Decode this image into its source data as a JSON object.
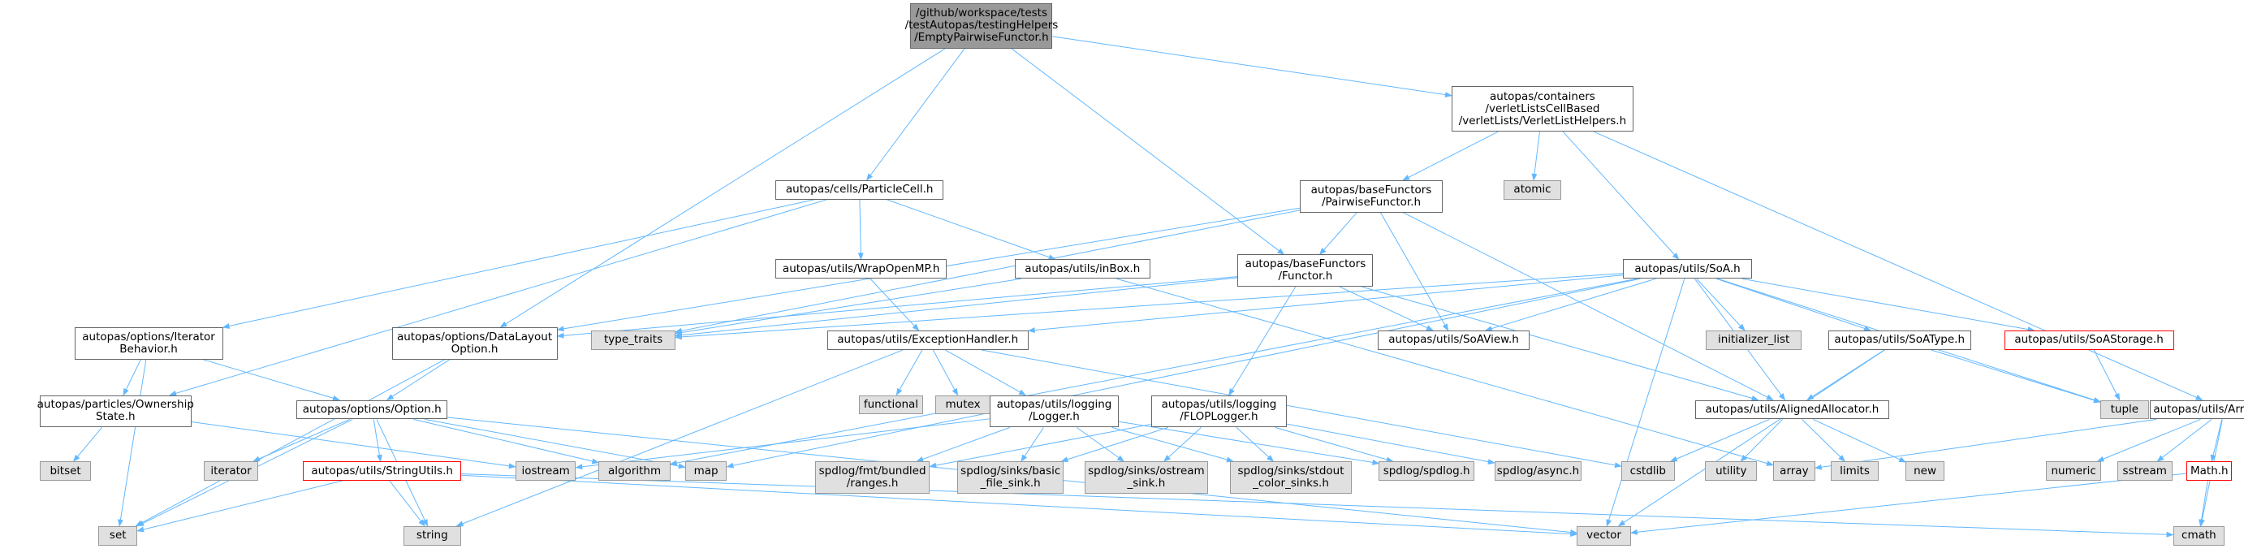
{
  "graph": {
    "edge_color": "#63b8ff",
    "nodes": [
      {
        "id": "root",
        "kind": "focus",
        "label": "/github/workspace/tests\n/testAutopas/testingHelpers\n/EmptyPairwiseFunctor.h"
      },
      {
        "id": "verletHelpers",
        "kind": "link",
        "label": "autopas/containers\n/verletListsCellBased\n/verletLists/VerletListHelpers.h"
      },
      {
        "id": "particleCell",
        "kind": "link",
        "label": "autopas/cells/ParticleCell.h"
      },
      {
        "id": "pairwiseFunctor",
        "kind": "link",
        "label": "autopas/baseFunctors\n/PairwiseFunctor.h"
      },
      {
        "id": "atomic",
        "kind": "sys",
        "label": "atomic"
      },
      {
        "id": "wrapOpenMP",
        "kind": "link",
        "label": "autopas/utils/WrapOpenMP.h"
      },
      {
        "id": "inBox",
        "kind": "link",
        "label": "autopas/utils/inBox.h"
      },
      {
        "id": "functor",
        "kind": "link",
        "label": "autopas/baseFunctors\n/Functor.h"
      },
      {
        "id": "soa",
        "kind": "link",
        "label": "autopas/utils/SoA.h"
      },
      {
        "id": "iterBehavior",
        "kind": "link",
        "label": "autopas/options/Iterator\nBehavior.h"
      },
      {
        "id": "dataLayout",
        "kind": "link",
        "label": "autopas/options/DataLayout\nOption.h"
      },
      {
        "id": "typeTraits",
        "kind": "sys",
        "label": "type_traits"
      },
      {
        "id": "exceptionHandler",
        "kind": "link",
        "label": "autopas/utils/ExceptionHandler.h"
      },
      {
        "id": "soaView",
        "kind": "link",
        "label": "autopas/utils/SoAView.h"
      },
      {
        "id": "initList",
        "kind": "sys",
        "label": "initializer_list"
      },
      {
        "id": "soaType",
        "kind": "link",
        "label": "autopas/utils/SoAType.h"
      },
      {
        "id": "soaStorage",
        "kind": "red",
        "label": "autopas/utils/SoAStorage.h"
      },
      {
        "id": "ownership",
        "kind": "link",
        "label": "autopas/particles/Ownership\nState.h"
      },
      {
        "id": "option",
        "kind": "link",
        "label": "autopas/options/Option.h"
      },
      {
        "id": "functional",
        "kind": "sys",
        "label": "functional"
      },
      {
        "id": "mutex",
        "kind": "sys",
        "label": "mutex"
      },
      {
        "id": "logger",
        "kind": "link",
        "label": "autopas/utils/logging\n/Logger.h"
      },
      {
        "id": "flopLogger",
        "kind": "link",
        "label": "autopas/utils/logging\n/FLOPLogger.h"
      },
      {
        "id": "alignedAlloc",
        "kind": "link",
        "label": "autopas/utils/AlignedAllocator.h"
      },
      {
        "id": "tuple",
        "kind": "sys",
        "label": "tuple"
      },
      {
        "id": "arrayMath",
        "kind": "link",
        "label": "autopas/utils/ArrayMath.h"
      },
      {
        "id": "bitset",
        "kind": "sys",
        "label": "bitset"
      },
      {
        "id": "iterator",
        "kind": "sys",
        "label": "iterator"
      },
      {
        "id": "stringUtils",
        "kind": "red",
        "label": "autopas/utils/StringUtils.h"
      },
      {
        "id": "iostream",
        "kind": "sys",
        "label": "iostream"
      },
      {
        "id": "algorithm",
        "kind": "sys",
        "label": "algorithm"
      },
      {
        "id": "map",
        "kind": "sys",
        "label": "map"
      },
      {
        "id": "rangesH",
        "kind": "sys",
        "label": "spdlog/fmt/bundled\n/ranges.h"
      },
      {
        "id": "basicSink",
        "kind": "sys",
        "label": "spdlog/sinks/basic\n_file_sink.h"
      },
      {
        "id": "ostreamSink",
        "kind": "sys",
        "label": "spdlog/sinks/ostream\n_sink.h"
      },
      {
        "id": "stdoutSinks",
        "kind": "sys",
        "label": "spdlog/sinks/stdout\n_color_sinks.h"
      },
      {
        "id": "spdlogH",
        "kind": "sys",
        "label": "spdlog/spdlog.h"
      },
      {
        "id": "asyncH",
        "kind": "sys",
        "label": "spdlog/async.h"
      },
      {
        "id": "cstdlib",
        "kind": "sys",
        "label": "cstdlib"
      },
      {
        "id": "utility",
        "kind": "sys",
        "label": "utility"
      },
      {
        "id": "array",
        "kind": "sys",
        "label": "array"
      },
      {
        "id": "limits",
        "kind": "sys",
        "label": "limits"
      },
      {
        "id": "new",
        "kind": "sys",
        "label": "new"
      },
      {
        "id": "numeric",
        "kind": "sys",
        "label": "numeric"
      },
      {
        "id": "sstream",
        "kind": "sys",
        "label": "sstream"
      },
      {
        "id": "mathH",
        "kind": "red",
        "label": "Math.h"
      },
      {
        "id": "set",
        "kind": "sys",
        "label": "set"
      },
      {
        "id": "string",
        "kind": "sys",
        "label": "string"
      },
      {
        "id": "vector",
        "kind": "sys",
        "label": "vector"
      },
      {
        "id": "cmath",
        "kind": "sys",
        "label": "cmath"
      }
    ],
    "edges": [
      [
        "root",
        "verletHelpers"
      ],
      [
        "root",
        "particleCell"
      ],
      [
        "root",
        "functor"
      ],
      [
        "root",
        "dataLayout"
      ],
      [
        "verletHelpers",
        "pairwiseFunctor"
      ],
      [
        "verletHelpers",
        "atomic"
      ],
      [
        "verletHelpers",
        "soa"
      ],
      [
        "verletHelpers",
        "arrayMath"
      ],
      [
        "particleCell",
        "iterBehavior"
      ],
      [
        "particleCell",
        "ownership"
      ],
      [
        "particleCell",
        "wrapOpenMP"
      ],
      [
        "particleCell",
        "inBox"
      ],
      [
        "pairwiseFunctor",
        "functor"
      ],
      [
        "pairwiseFunctor",
        "dataLayout"
      ],
      [
        "pairwiseFunctor",
        "typeTraits"
      ],
      [
        "pairwiseFunctor",
        "soaView"
      ],
      [
        "pairwiseFunctor",
        "alignedAlloc"
      ],
      [
        "wrapOpenMP",
        "exceptionHandler"
      ],
      [
        "inBox",
        "typeTraits"
      ],
      [
        "inBox",
        "array"
      ],
      [
        "functor",
        "typeTraits"
      ],
      [
        "functor",
        "dataLayout"
      ],
      [
        "functor",
        "soaView"
      ],
      [
        "functor",
        "flopLogger"
      ],
      [
        "functor",
        "alignedAlloc"
      ],
      [
        "soa",
        "exceptionHandler"
      ],
      [
        "soa",
        "soaView"
      ],
      [
        "soa",
        "initList"
      ],
      [
        "soa",
        "soaType"
      ],
      [
        "soa",
        "soaStorage"
      ],
      [
        "soa",
        "alignedAlloc"
      ],
      [
        "soa",
        "tuple"
      ],
      [
        "soa",
        "vector"
      ],
      [
        "soa",
        "algorithm"
      ],
      [
        "soa",
        "map"
      ],
      [
        "soa",
        "typeTraits"
      ],
      [
        "iterBehavior",
        "ownership"
      ],
      [
        "iterBehavior",
        "option"
      ],
      [
        "iterBehavior",
        "set"
      ],
      [
        "dataLayout",
        "option"
      ],
      [
        "dataLayout",
        "set"
      ],
      [
        "exceptionHandler",
        "functional"
      ],
      [
        "exceptionHandler",
        "mutex"
      ],
      [
        "exceptionHandler",
        "logger"
      ],
      [
        "exceptionHandler",
        "string"
      ],
      [
        "exceptionHandler",
        "cstdlib"
      ],
      [
        "soaType",
        "alignedAlloc"
      ],
      [
        "soaType",
        "tuple"
      ],
      [
        "soaType",
        "vector"
      ],
      [
        "soaStorage",
        "tuple"
      ],
      [
        "ownership",
        "bitset"
      ],
      [
        "ownership",
        "iostream"
      ],
      [
        "option",
        "iterator"
      ],
      [
        "option",
        "stringUtils"
      ],
      [
        "option",
        "algorithm"
      ],
      [
        "option",
        "map"
      ],
      [
        "option",
        "set"
      ],
      [
        "option",
        "string"
      ],
      [
        "option",
        "vector"
      ],
      [
        "logger",
        "iostream"
      ],
      [
        "logger",
        "rangesH"
      ],
      [
        "logger",
        "basicSink"
      ],
      [
        "logger",
        "ostreamSink"
      ],
      [
        "logger",
        "stdoutSinks"
      ],
      [
        "logger",
        "spdlogH"
      ],
      [
        "flopLogger",
        "rangesH"
      ],
      [
        "flopLogger",
        "basicSink"
      ],
      [
        "flopLogger",
        "ostreamSink"
      ],
      [
        "flopLogger",
        "stdoutSinks"
      ],
      [
        "flopLogger",
        "spdlogH"
      ],
      [
        "flopLogger",
        "asyncH"
      ],
      [
        "alignedAlloc",
        "cstdlib"
      ],
      [
        "alignedAlloc",
        "utility"
      ],
      [
        "alignedAlloc",
        "limits"
      ],
      [
        "alignedAlloc",
        "new"
      ],
      [
        "arrayMath",
        "array"
      ],
      [
        "arrayMath",
        "numeric"
      ],
      [
        "arrayMath",
        "sstream"
      ],
      [
        "arrayMath",
        "mathH"
      ],
      [
        "arrayMath",
        "cmath"
      ],
      [
        "stringUtils",
        "set"
      ],
      [
        "stringUtils",
        "string"
      ],
      [
        "stringUtils",
        "vector"
      ],
      [
        "stringUtils",
        "cmath"
      ],
      [
        "mathH",
        "cmath"
      ],
      [
        "mathH",
        "vector"
      ]
    ]
  }
}
